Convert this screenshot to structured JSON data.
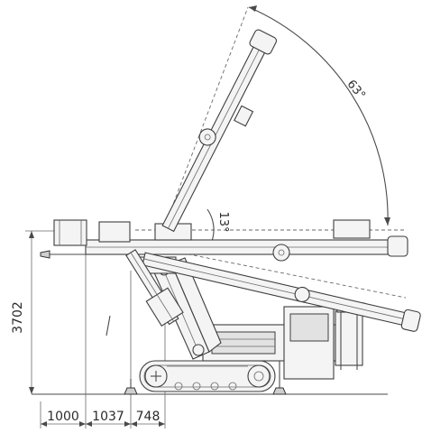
{
  "diagram": {
    "dimensions": {
      "height": "3702",
      "offset_1": "1000",
      "offset_2": "1037",
      "offset_3": "748"
    },
    "angles": {
      "mast_tilt": "63°",
      "boom_tilt": "13°"
    },
    "colors": {
      "line": "#4a4a4a",
      "fill": "#f4f4f4",
      "text": "#2b2b2b"
    }
  }
}
